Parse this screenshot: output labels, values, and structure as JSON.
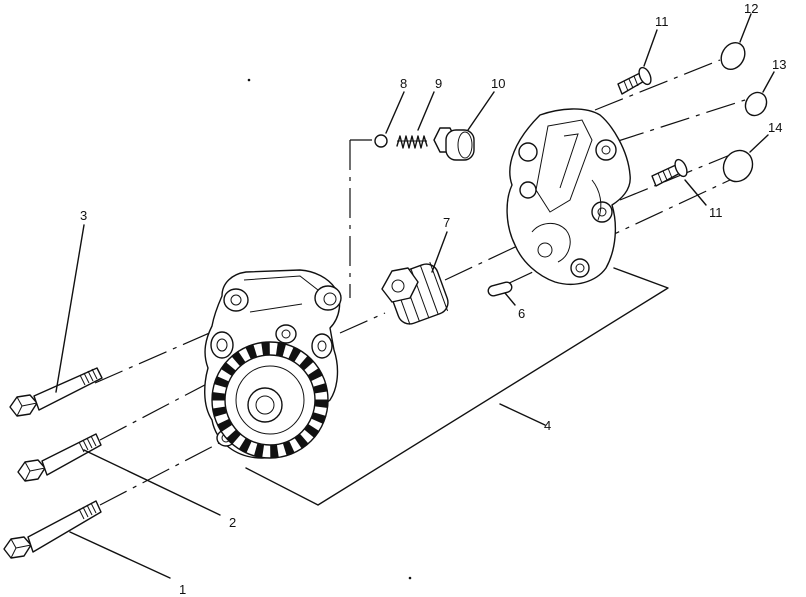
{
  "callouts": [
    {
      "id": "c1",
      "text": "1"
    },
    {
      "id": "c2",
      "text": "2"
    },
    {
      "id": "c3",
      "text": "3"
    },
    {
      "id": "c4",
      "text": "4"
    },
    {
      "id": "c6",
      "text": "6"
    },
    {
      "id": "c7",
      "text": "7"
    },
    {
      "id": "c8",
      "text": "8"
    },
    {
      "id": "c9",
      "text": "9"
    },
    {
      "id": "c10",
      "text": "10"
    },
    {
      "id": "c11a",
      "text": "11"
    },
    {
      "id": "c11b",
      "text": "11"
    },
    {
      "id": "c12",
      "text": "12"
    },
    {
      "id": "c13",
      "text": "13"
    },
    {
      "id": "c14",
      "text": "14"
    }
  ]
}
